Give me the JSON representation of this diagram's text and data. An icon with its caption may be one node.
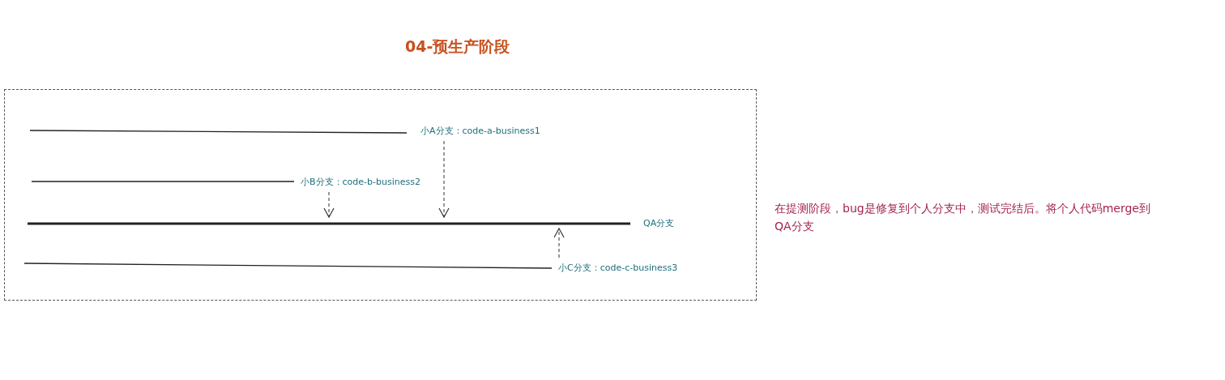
{
  "diagram": {
    "title": "04-预生产阶段",
    "nodes": [
      {
        "text": [],
        "shape": "box"
      },
      {
        "text": [
          "小A分支：code-a-business1"
        ],
        "in": 0
      },
      {
        "text": [
          "小B分支：code-b-business2"
        ],
        "in": 0
      },
      {
        "text": [
          "QA分支"
        ],
        "in": 0
      },
      {
        "text": [
          "小C分支：code-c-business3"
        ],
        "in": 0
      }
    ],
    "edges": [
      {
        "from": 2,
        "to": 3,
        "arrow": "to",
        "style": "dashed"
      },
      {
        "from": 1,
        "to": 3,
        "arrow": "to",
        "style": "dashed"
      },
      {
        "from": 4,
        "to": 3,
        "arrow": "to",
        "style": "dashed"
      }
    ],
    "labels": [
      "在提测阶段，bug是修复到个人分支中，测试完结后。将个人代码merge到QA分支"
    ]
  }
}
